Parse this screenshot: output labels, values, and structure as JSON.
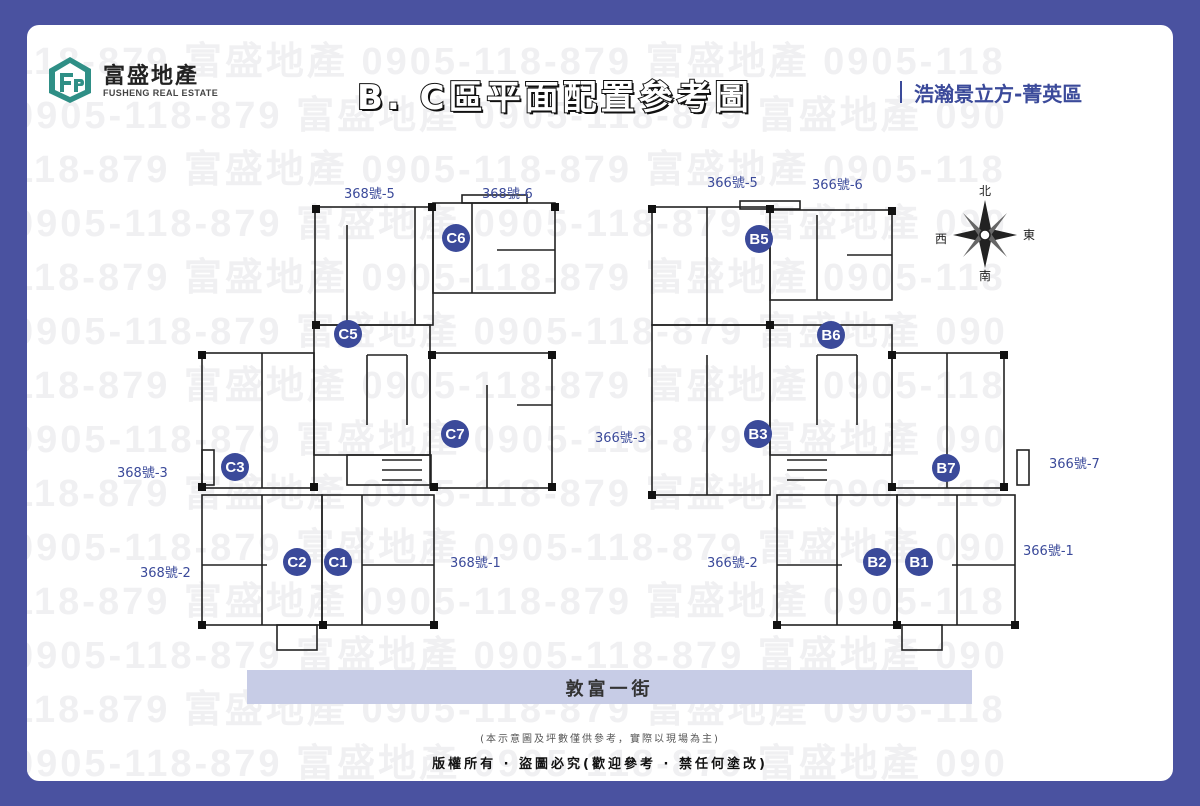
{
  "header": {
    "logo_cn": "富盛地產",
    "logo_en": "FUSHENG REAL ESTATE",
    "title": "B. C區平面配置參考圖",
    "subtitle": "浩瀚景立方-菁英區"
  },
  "watermark": {
    "lines": [
      "118-879   富盛地產  0905-118-879   富盛地產  0905-118",
      "0905-118-879   富盛地產  0905-118-879   富盛地產  090",
      "118-879   富盛地產  0905-118-879   富盛地產  0905-118",
      "0905-118-879   富盛地產  0905-118-879   富盛地產  090",
      "118-879   富盛地產  0905-118-879   富盛地產  0905-118",
      "0905-118-879   富盛地產  0905-118-879   富盛地產  090",
      "118-879   富盛地產  0905-118-879   富盛地產  0905-118",
      "0905-118-879   富盛地產  0905-118-879   富盛地產  090",
      "118-879   富盛地產  0905-118-879   富盛地產  0905-118",
      "0905-118-879   富盛地產  0905-118-879   富盛地產  090",
      "118-879   富盛地產  0905-118-879   富盛地產  0905-118",
      "0905-118-879   富盛地產  0905-118-879   富盛地產  090",
      "118-879   富盛地產  0905-118-879   富盛地產  0905-118",
      "0905-118-879   富盛地產  0905-118-879   富盛地產  090"
    ]
  },
  "compass": {
    "north": "北",
    "south": "南",
    "east": "東",
    "west": "西"
  },
  "c_block": {
    "units": [
      "C6",
      "C5",
      "C7",
      "C3",
      "C2",
      "C1"
    ],
    "labels": [
      "368號-5",
      "368號-6",
      "368號-3",
      "368號-2",
      "368號-1"
    ]
  },
  "b_block": {
    "units": [
      "B5",
      "B6",
      "B3",
      "B7",
      "B2",
      "B1"
    ],
    "labels": [
      "366號-5",
      "366號-6",
      "366號-3",
      "366號-7",
      "366號-2",
      "366號-1"
    ]
  },
  "street": "敦富一街",
  "disclaimer": "(本示意圖及坪數僅供參考，實際以現場為主)",
  "copyright": "版權所有 · 盜圖必究(歡迎參考 · 禁任何塗改)",
  "colors": {
    "frame": "#4a52a0",
    "badge": "#3b4a9a",
    "street": "#c7cce6"
  }
}
